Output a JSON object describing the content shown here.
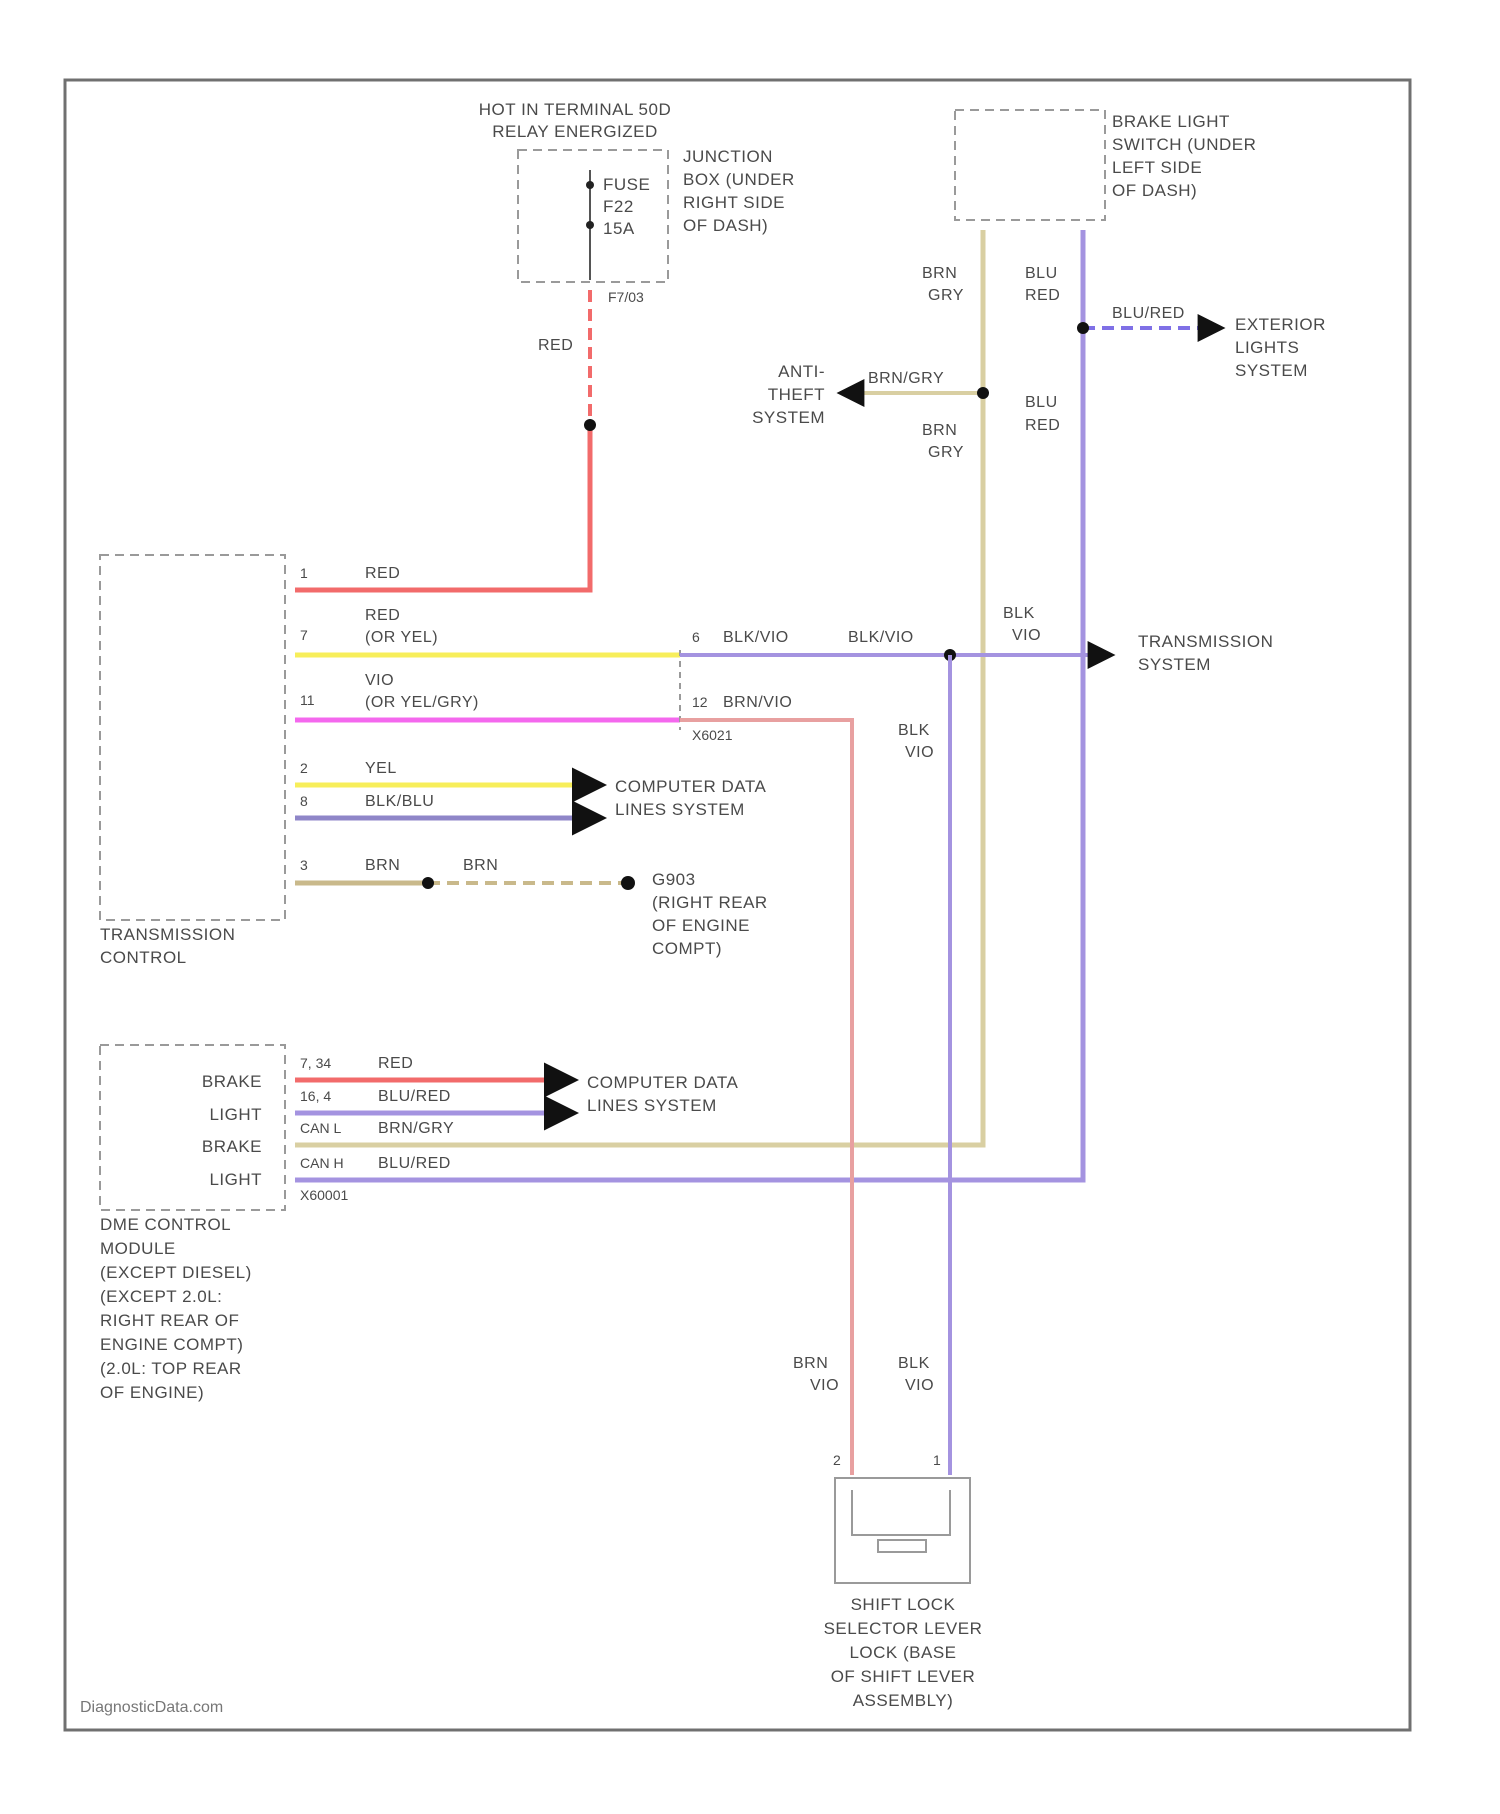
{
  "hot_in": {
    "line1": "HOT IN TERMINAL 50D",
    "line2": "RELAY ENERGIZED"
  },
  "junction_box": {
    "lines": [
      "JUNCTION",
      "BOX (UNDER",
      "RIGHT SIDE",
      "OF DASH)"
    ],
    "fuse_lines": [
      "FUSE",
      "F22",
      "15A"
    ],
    "pin": "F7/03"
  },
  "brake_switch": {
    "lines": [
      "BRAKE LIGHT",
      "SWITCH (UNDER",
      "LEFT SIDE",
      "OF DASH)"
    ]
  },
  "anti_theft": {
    "lines": [
      "ANTI-",
      "THEFT",
      "SYSTEM"
    ]
  },
  "exterior_lights": {
    "lines": [
      "EXTERIOR",
      "LIGHTS",
      "SYSTEM"
    ]
  },
  "transmission_system": {
    "lines": [
      "TRANSMISSION",
      "SYSTEM"
    ]
  },
  "tcm": {
    "lines": [
      "TRANSMISSION",
      "CONTROL"
    ],
    "pins": [
      {
        "pin": "1",
        "wire": "RED"
      },
      {
        "pin": "7",
        "wire": "RED",
        "alt": "(OR YEL)"
      },
      {
        "pin": "11",
        "wire": "VIO",
        "alt": "(OR YEL/GRY)"
      },
      {
        "pin": "2",
        "wire": "YEL"
      },
      {
        "pin": "8",
        "wire": "BLK/BLU"
      },
      {
        "pin": "3",
        "wire": "BRN"
      }
    ]
  },
  "ground_wire": "BRN",
  "splice_block": {
    "pin_a": "6",
    "wire_a": "BLK/VIO",
    "wire_b": "BLK/VIO",
    "pin_b": "12",
    "wire_c": "BRN/VIO",
    "code": "X6021"
  },
  "computer_data_lines": {
    "lines": [
      "COMPUTER DATA",
      "LINES SYSTEM"
    ]
  },
  "ground_label": {
    "lines": [
      "G903",
      "(RIGHT REAR",
      "OF ENGINE",
      "COMPT)"
    ]
  },
  "ecm": {
    "functions": [
      "BRAKE",
      "LIGHT",
      "BRAKE",
      "LIGHT"
    ],
    "pins": [
      {
        "pin": "7, 34",
        "wire": "RED"
      },
      {
        "pin": "16, 4",
        "wire": "BLU/RED"
      },
      {
        "pin": "CAN L",
        "wire": "BRN/GRY"
      },
      {
        "pin": "CAN H",
        "wire": "BLU/RED"
      }
    ],
    "code": "X60001",
    "lines": [
      "DME CONTROL",
      "MODULE",
      "(EXCEPT DIESEL)",
      "(EXCEPT 2.0L:",
      "RIGHT REAR OF",
      "ENGINE COMPT)",
      "(2.0L: TOP REAR",
      "OF ENGINE)"
    ]
  },
  "wire_labels": {
    "red_vertical": "RED",
    "brn_gry_top": [
      "BRN",
      "GRY"
    ],
    "blu_red_top": [
      "BLU",
      "RED"
    ],
    "blu_red_branch": "BLU/RED",
    "brn_gry_branch": "BRN/GRY",
    "brn_gry_mid": [
      "BRN",
      "GRY"
    ],
    "blu_red_mid": [
      "BLU",
      "RED"
    ],
    "blk_vio_right": [
      "BLK",
      "VIO"
    ],
    "blk_vio_down": [
      "BLK",
      "VIO"
    ],
    "brn_vio_bottom": [
      "BRN",
      "VIO"
    ],
    "blk_vio_bottom": [
      "BLK",
      "VIO"
    ]
  },
  "shift_lock": {
    "pin_a": "2",
    "pin_b": "1",
    "lines": [
      "SHIFT LOCK",
      "SELECTOR LEVER",
      "LOCK (BASE",
      "OF SHIFT LEVER",
      "ASSEMBLY)"
    ]
  },
  "watermark": "DiagnosticData.com",
  "colors": {
    "red": "#f26b6b",
    "yellow": "#f7ee5a",
    "magenta": "#f468ee",
    "purple": "#a493e0",
    "blk_blu": "#8f86c8",
    "tan": "#d9cfa2",
    "brn": "#c9b98b",
    "brn_vio": "#e8a0a0",
    "blu_red": "#7f70e6"
  }
}
